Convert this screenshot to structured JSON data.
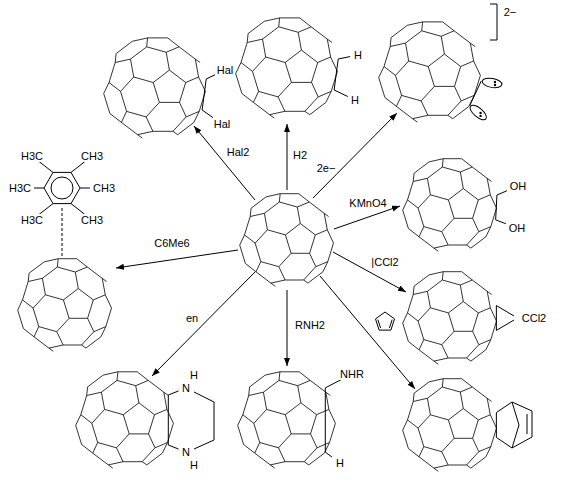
{
  "diagram": {
    "labels": [
      "Hal",
      "Hal",
      "H",
      "H",
      "2−",
      "OH",
      "OH",
      "H3C",
      "CH3",
      "H3C",
      "CH3",
      "H3C",
      "CH3",
      "Hal2",
      "H2",
      "2e−",
      "C6Me6",
      "KMnO4",
      "|CCl2",
      "CCl2",
      "en",
      "RNH2",
      "NHR",
      "H",
      "N",
      "N",
      "H",
      "H"
    ]
  }
}
